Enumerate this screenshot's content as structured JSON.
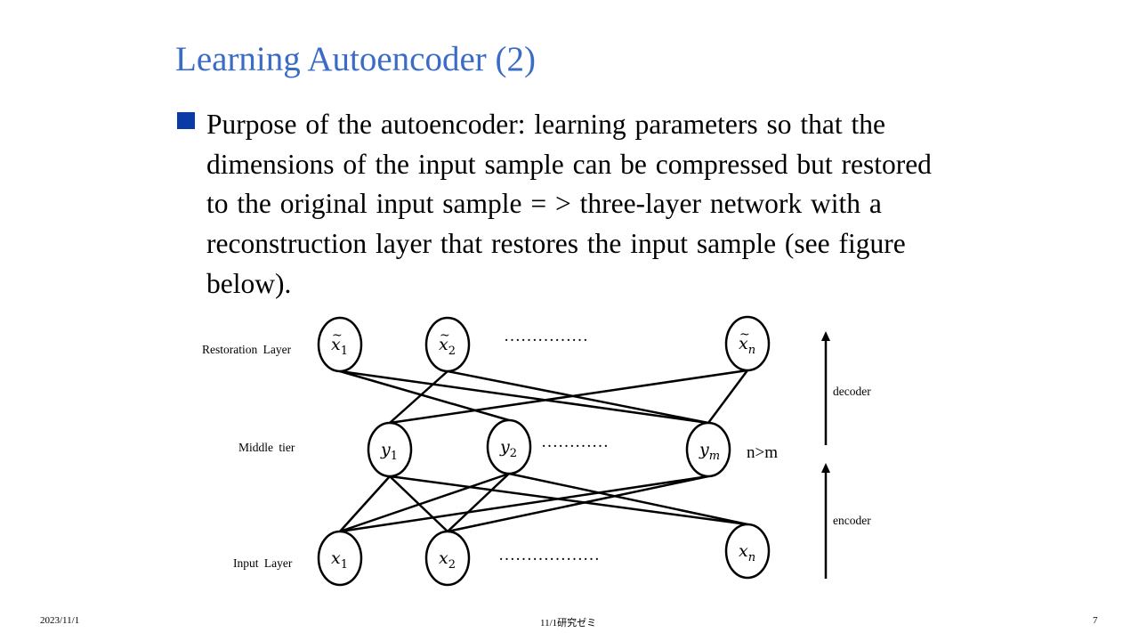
{
  "slide": {
    "title": "Learning Autoencoder (2)",
    "bullet_text": "Purpose of the autoencoder: learning parameters so that the dimensions of the input sample can be compressed but restored to the original input sample = > three-layer network with a reconstruction layer that restores the input sample (see figure below)."
  },
  "diagram": {
    "layer_labels": {
      "restoration": "Restoration Layer",
      "middle": "Middle tier",
      "input": "Input Layer"
    },
    "restoration_nodes": [
      {
        "base": "x",
        "accent": "~",
        "sub": "1"
      },
      {
        "base": "x",
        "accent": "~",
        "sub": "2"
      },
      {
        "base": "x",
        "accent": "~",
        "sub": "n"
      }
    ],
    "middle_nodes": [
      {
        "base": "y",
        "accent": "",
        "sub": "1"
      },
      {
        "base": "y",
        "accent": "",
        "sub": "2"
      },
      {
        "base": "y",
        "accent": "",
        "sub": "m"
      }
    ],
    "input_nodes": [
      {
        "base": "x",
        "accent": "",
        "sub": "1"
      },
      {
        "base": "x",
        "accent": "",
        "sub": "2"
      },
      {
        "base": "x",
        "accent": "",
        "sub": "n"
      }
    ],
    "ellipsis_restoration": "……………",
    "ellipsis_middle": "…………",
    "ellipsis_input": "………………",
    "condition": "n>m",
    "decoder_label": "decoder",
    "encoder_label": "encoder"
  },
  "footer": {
    "date": "2023/11/1",
    "center": "11/1研究ゼミ",
    "page": "7"
  }
}
